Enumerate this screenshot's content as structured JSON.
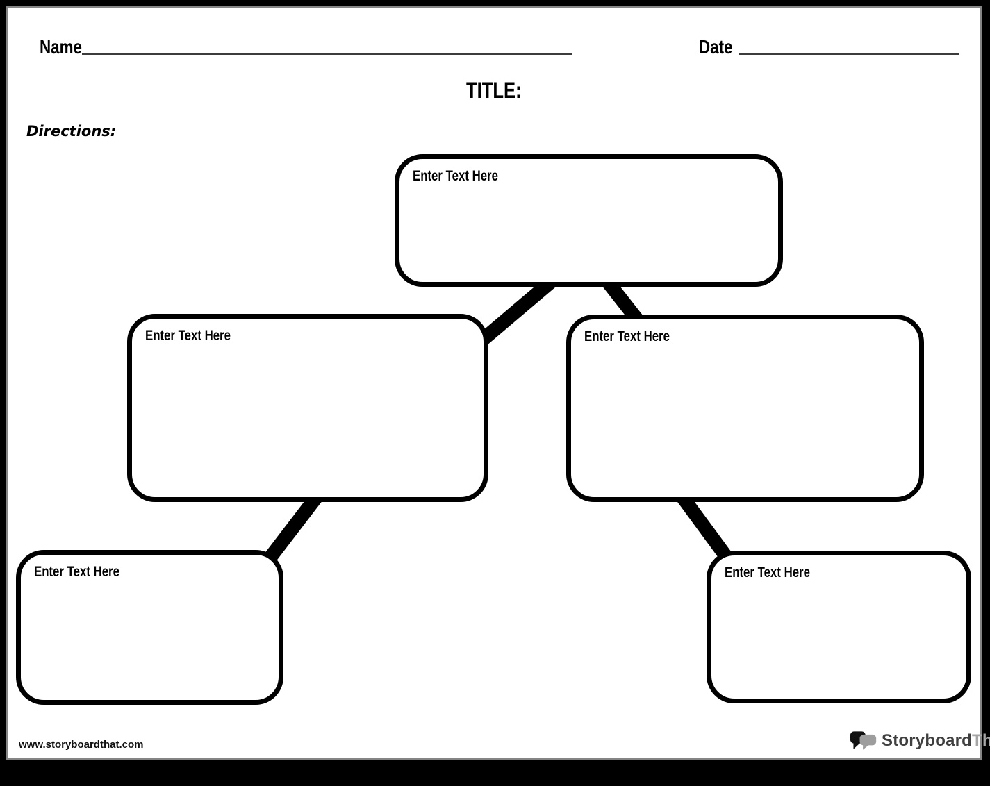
{
  "header": {
    "name_label": "Name",
    "date_label": "Date"
  },
  "title": "TITLE:",
  "directions_label": "Directions:",
  "nodes": [
    {
      "id": "top",
      "label": "Enter Text Here"
    },
    {
      "id": "left",
      "label": "Enter Text Here"
    },
    {
      "id": "right",
      "label": "Enter Text Here"
    },
    {
      "id": "bottom-left",
      "label": "Enter Text Here"
    },
    {
      "id": "bottom-right",
      "label": "Enter Text Here"
    }
  ],
  "connectors": [
    {
      "from": "top",
      "to": "left"
    },
    {
      "from": "top",
      "to": "right"
    },
    {
      "from": "left",
      "to": "bottom-left"
    },
    {
      "from": "right",
      "to": "bottom-right"
    }
  ],
  "footer": {
    "website": "www.storyboardthat.com",
    "logo_text_primary": "Storyboard",
    "logo_text_secondary": "That"
  },
  "colors": {
    "canvas_background": "#000000",
    "page_background": "#ffffff",
    "box_border": "#000000",
    "connector": "#000000",
    "underline": "#3c3c3c",
    "logo_primary_text": "#3f3f3f",
    "logo_secondary_text": "#a6a6a6",
    "logo_bubble_dark": "#111111",
    "logo_bubble_light": "#9d9d9d"
  }
}
